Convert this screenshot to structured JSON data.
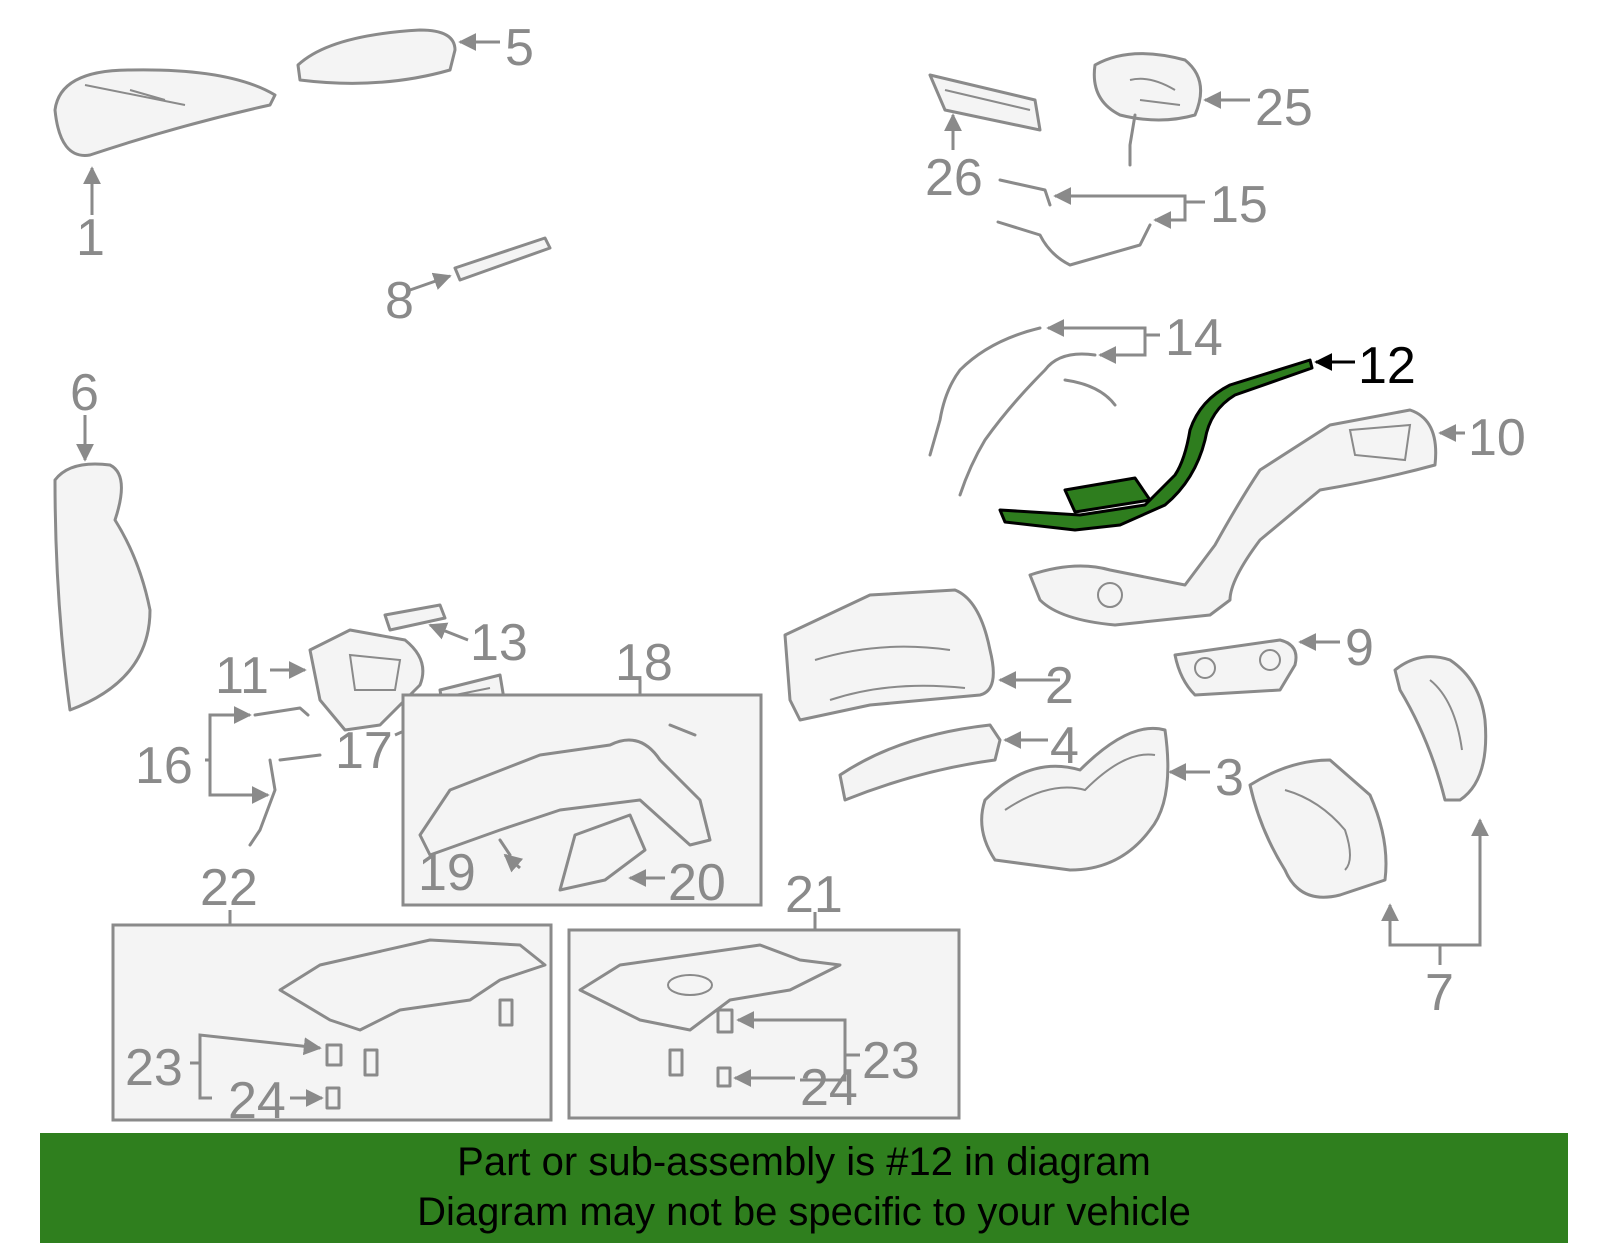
{
  "labels": {
    "p1": "1",
    "p2": "2",
    "p3": "3",
    "p4": "4",
    "p5": "5",
    "p6": "6",
    "p7": "7",
    "p8": "8",
    "p9": "9",
    "p10": "10",
    "p11": "11",
    "p12": "12",
    "p13": "13",
    "p14": "14",
    "p15": "15",
    "p16": "16",
    "p17": "17",
    "p18": "18",
    "p19": "19",
    "p20": "20",
    "p21": "21",
    "p22": "22",
    "p23a": "23",
    "p23b": "23",
    "p24a": "24",
    "p24b": "24",
    "p25": "25",
    "p26": "26"
  },
  "highlighted_part": "12",
  "colors": {
    "highlight": "#2e7d1e",
    "banner": "#2f7f1e",
    "line": "#8a8a8a"
  },
  "banner": {
    "line1": "Part or sub-assembly is #12 in diagram",
    "line2": "Diagram may not be specific to your vehicle"
  }
}
